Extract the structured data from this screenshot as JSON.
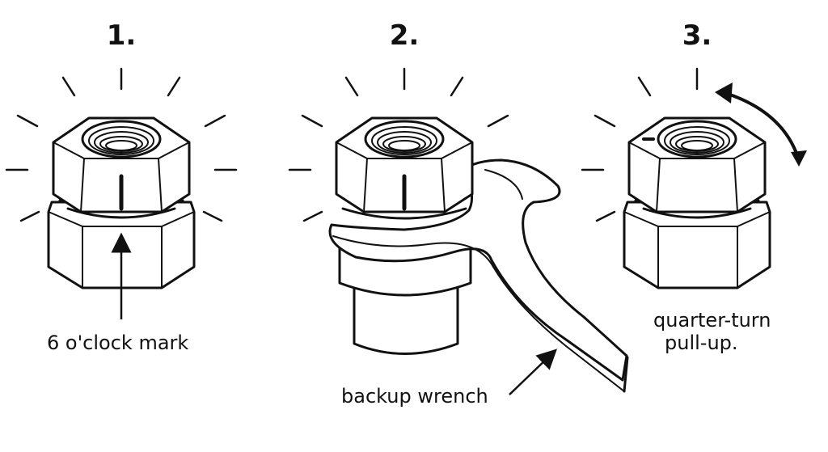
{
  "steps": [
    {
      "number": "1.",
      "label": "6 o'clock mark"
    },
    {
      "number": "2.",
      "label": "backup wrench"
    },
    {
      "number": "3.",
      "label_line1": "quarter-turn",
      "label_line2": "pull-up."
    }
  ]
}
